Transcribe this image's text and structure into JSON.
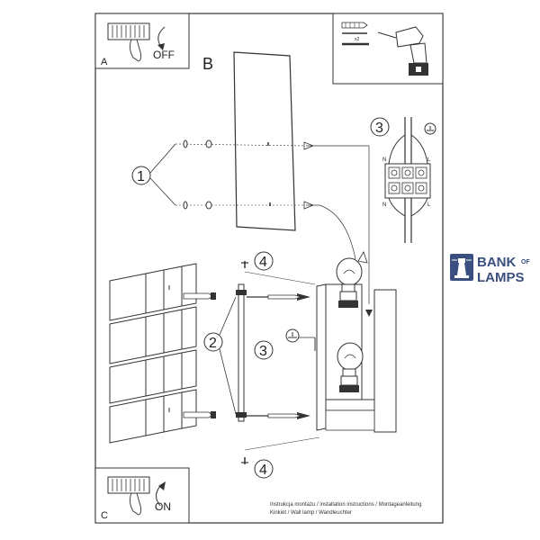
{
  "panels": {
    "a": {
      "letter": "A",
      "state": "OFF"
    },
    "b": {
      "letter": "B"
    },
    "c": {
      "letter": "C",
      "state": "ON"
    }
  },
  "tools": {
    "anchor_qty": "x2"
  },
  "callouts": {
    "one": "1",
    "two": "2",
    "three": "3",
    "three_b": "3",
    "four_top": "4",
    "four_bottom": "4"
  },
  "wiring": {
    "n_top": "N",
    "l_top": "L",
    "n_bottom": "N",
    "l_bottom": "L"
  },
  "logo": {
    "line1": "BANK",
    "line1_small": "OF",
    "line2": "LAMPS",
    "color": "#3a4f80"
  },
  "footer": {
    "line1": "Instrukcja montażu / installation instructions / Montageanleitung",
    "line2": "Kinkiet / Wall lamp / Wandleuchter"
  }
}
